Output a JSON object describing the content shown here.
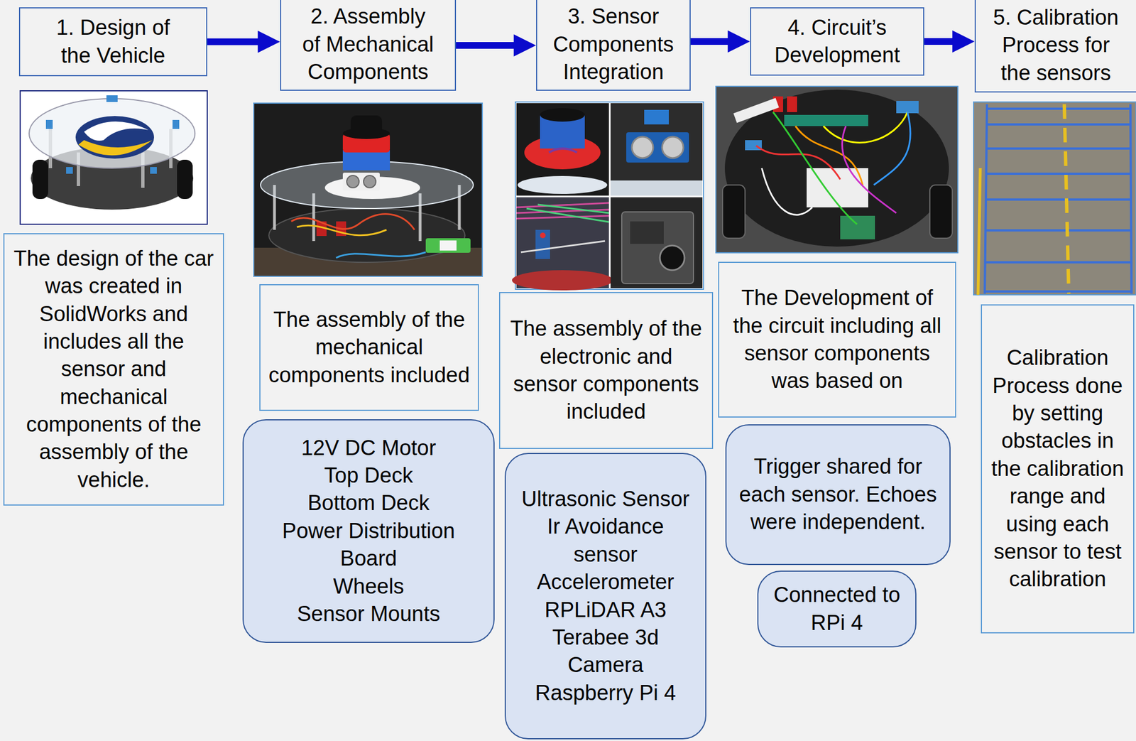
{
  "diagram": {
    "nodes": [
      {
        "text": [
          "1. Design of the Vehicle"
        ]
      },
      {
        "text": [
          "2. Assembly of Mechanical Components"
        ]
      },
      {
        "text": [
          "3. Sensor Components Integration"
        ]
      },
      {
        "text": [
          "4. Circuit’s Development"
        ]
      },
      {
        "text": [
          "5. Calibration Process for the sensors"
        ]
      },
      {
        "text": [
          "The design of the car was created in SolidWorks and includes all the sensor and mechanical components of the assembly of the vehicle."
        ]
      },
      {
        "text": [
          "The assembly of the mechanical components included"
        ]
      },
      {
        "text": [
          "12V DC Motor",
          "Top Deck",
          "Bottom Deck",
          "Power Distribution Board",
          "Wheels",
          "Sensor Mounts"
        ]
      },
      {
        "text": [
          "The assembly of the electronic and sensor components included"
        ]
      },
      {
        "text": [
          "Ultrasonic Sensor",
          "Ir Avoidance sensor",
          "Accelerometer",
          "RPLiDAR A3",
          "Terabee 3d Camera",
          "Raspberry Pi 4"
        ]
      },
      {
        "text": [
          "The Development of the circuit including all sensor components was based on"
        ]
      },
      {
        "text": [
          "Trigger shared for each sensor. Echoes were independent."
        ]
      },
      {
        "text": [
          "Connected to RPi 4"
        ]
      },
      {
        "text": [
          "Calibration Process done by setting obstacles in the calibration range and using each sensor to test calibration"
        ]
      }
    ],
    "edges": [
      {
        "from": 0,
        "to": 1,
        "arrow": "to"
      },
      {
        "from": 1,
        "to": 2,
        "arrow": "to"
      },
      {
        "from": 2,
        "to": 3,
        "arrow": "to"
      },
      {
        "from": 3,
        "to": 4,
        "arrow": "to"
      }
    ]
  }
}
